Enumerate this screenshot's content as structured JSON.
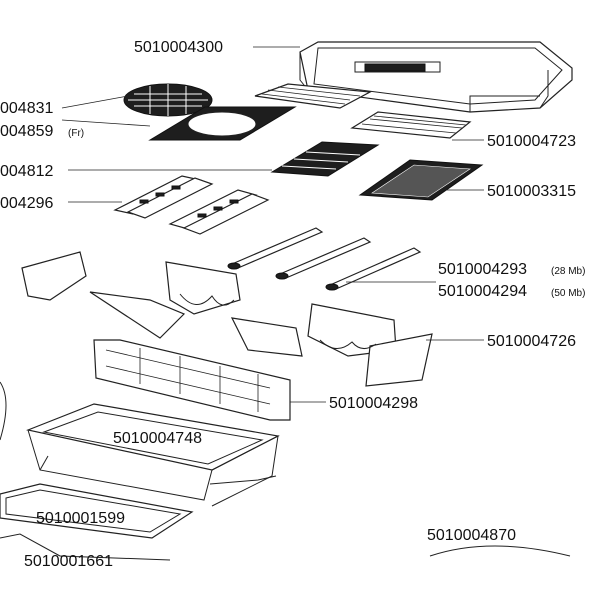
{
  "callouts": {
    "lid": "5010004300",
    "round_grate": "004831",
    "round_grate_alt": "004859",
    "round_grate_alt_note": "(Fr)",
    "warming_rack": "5010004723",
    "center_grate": "004812",
    "griddle": "5010003315",
    "flavorizer_bars": "004296",
    "burner_28": "5010004293",
    "burner_28_note": "(28 Mb)",
    "burner_50": "5010004294",
    "burner_50_note": "(50 Mb)",
    "heat_shields": "5010004726",
    "cookbox": "5010004298",
    "frame": "5010004748",
    "tray": "5010001599",
    "tray_bottom": "5010001661",
    "cover_bottom": "5010004870"
  },
  "colors": {
    "line": "#222222",
    "dark_part": "#1e1e1e",
    "background": "#ffffff"
  }
}
